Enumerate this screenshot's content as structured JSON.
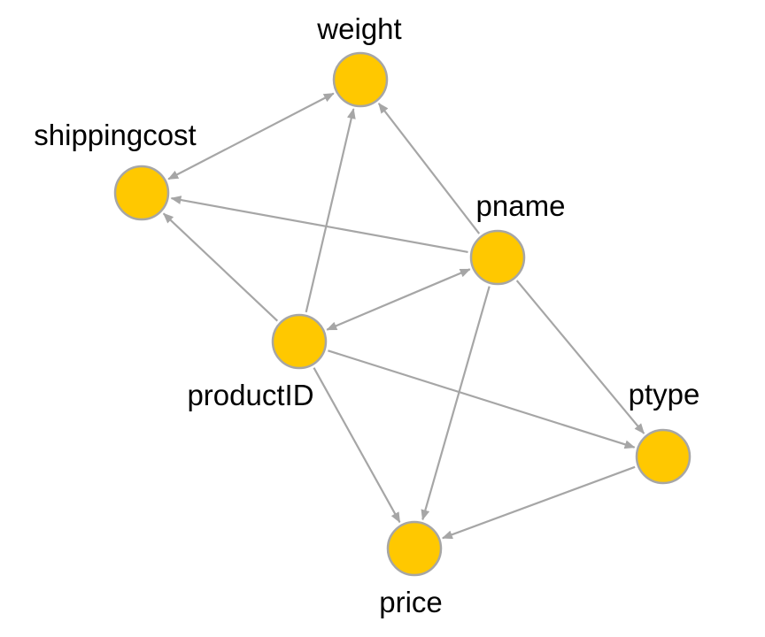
{
  "diagram": {
    "node_color": "#ffc800",
    "node_border_color": "#a6a6a6",
    "edge_color": "#a6a6a6",
    "nodes": [
      {
        "id": "weight",
        "label": "weight"
      },
      {
        "id": "shippingcost",
        "label": "shippingcost"
      },
      {
        "id": "pname",
        "label": "pname"
      },
      {
        "id": "productID",
        "label": "productID"
      },
      {
        "id": "ptype",
        "label": "ptype"
      },
      {
        "id": "price",
        "label": "price"
      }
    ],
    "edges": [
      {
        "from": "shippingcost",
        "to": "weight",
        "bidirectional": true
      },
      {
        "from": "productID",
        "to": "weight",
        "bidirectional": false
      },
      {
        "from": "pname",
        "to": "weight",
        "bidirectional": false
      },
      {
        "from": "pname",
        "to": "shippingcost",
        "bidirectional": false
      },
      {
        "from": "productID",
        "to": "shippingcost",
        "bidirectional": false
      },
      {
        "from": "productID",
        "to": "pname",
        "bidirectional": true
      },
      {
        "from": "productID",
        "to": "ptype",
        "bidirectional": false
      },
      {
        "from": "productID",
        "to": "price",
        "bidirectional": false
      },
      {
        "from": "pname",
        "to": "ptype",
        "bidirectional": false
      },
      {
        "from": "pname",
        "to": "price",
        "bidirectional": false
      },
      {
        "from": "ptype",
        "to": "price",
        "bidirectional": false
      }
    ]
  }
}
